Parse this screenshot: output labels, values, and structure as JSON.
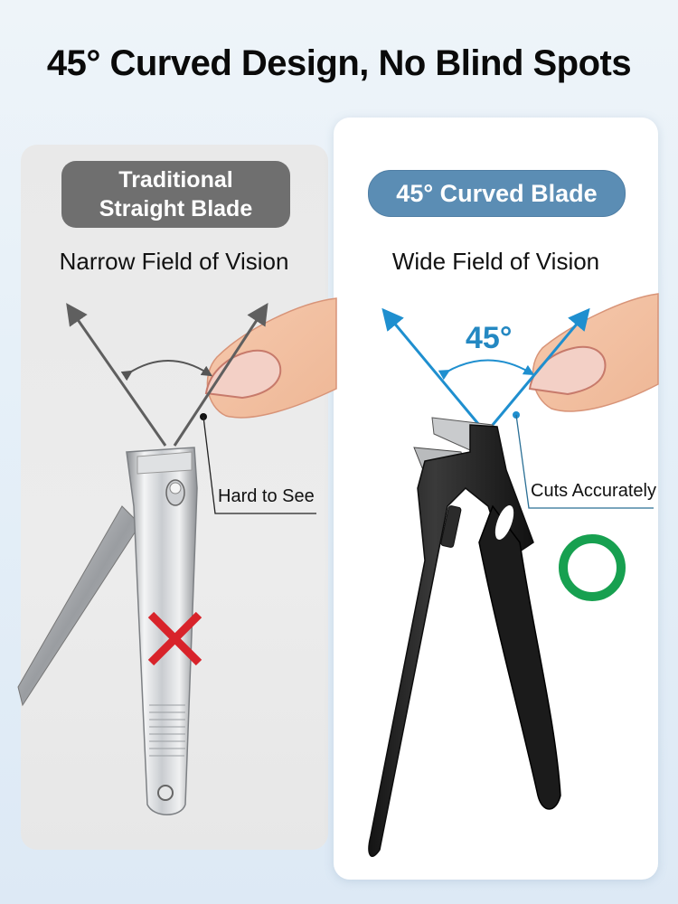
{
  "header": {
    "title": "45° Curved Design, No Blind Spots"
  },
  "left_panel": {
    "badge_line1": "Traditional",
    "badge_line2": "Straight Blade",
    "subtitle": "Narrow Field of Vision",
    "callout": "Hard to See",
    "verdict_icon": "red-x-icon",
    "colors": {
      "badge": "#6f6f6f",
      "arrows": "#5f5f5f",
      "verdict": "#d8232a"
    }
  },
  "right_panel": {
    "badge": "45° Curved Blade",
    "subtitle": "Wide Field of Vision",
    "angle_label": "45°",
    "callout": "Cuts Accurately",
    "verdict_icon": "green-circle-icon",
    "colors": {
      "badge": "#5b8db4",
      "arrows": "#1f8fcf",
      "verdict": "#17a050"
    }
  }
}
